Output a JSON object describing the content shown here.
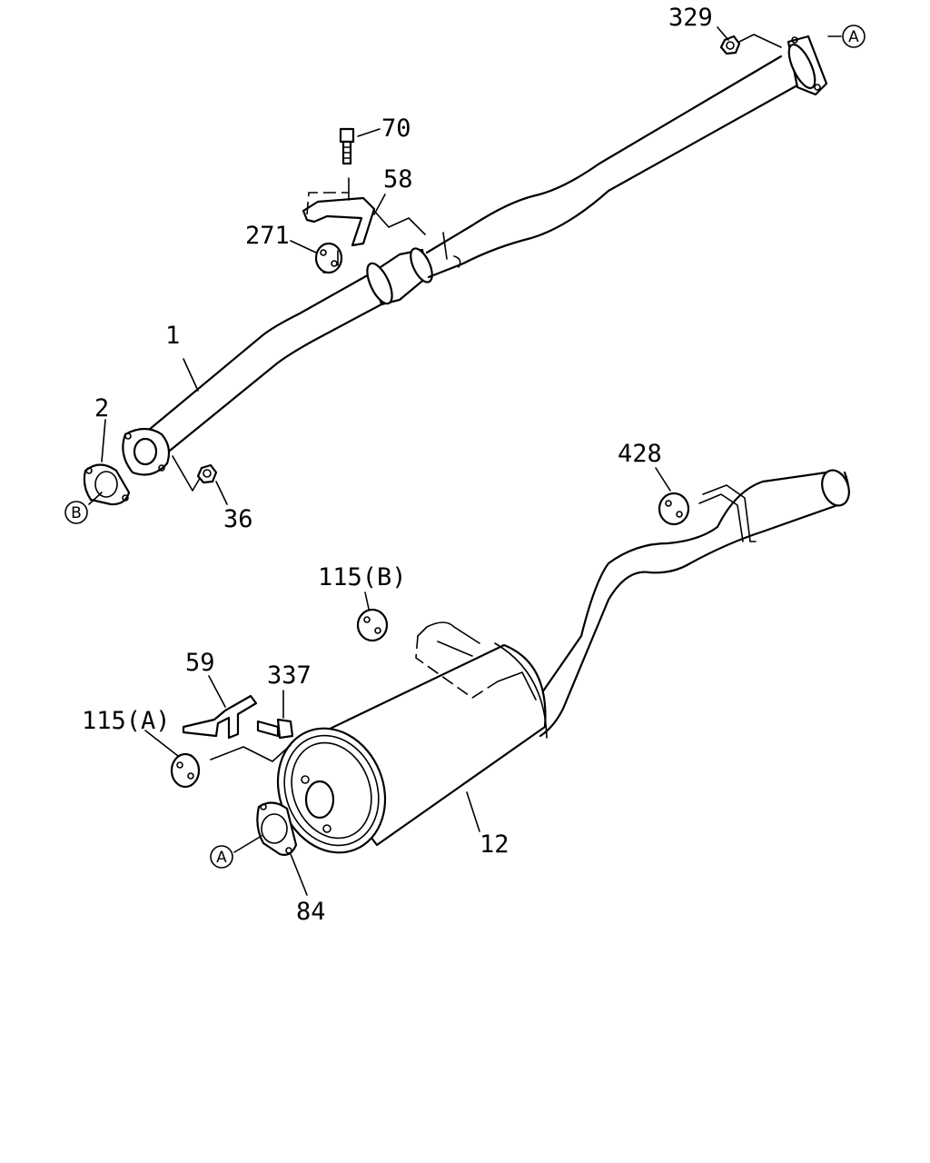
{
  "labels": {
    "p1": "1",
    "p2": "2",
    "p12": "12",
    "p36": "36",
    "p58": "58",
    "p59": "59",
    "p70": "70",
    "p84": "84",
    "p115a": "115(A)",
    "p115b": "115(B)",
    "p271": "271",
    "p329": "329",
    "p337": "337",
    "p428": "428"
  },
  "connectors": {
    "a_top": "A",
    "a_bottom": "A",
    "b_left": "B"
  }
}
